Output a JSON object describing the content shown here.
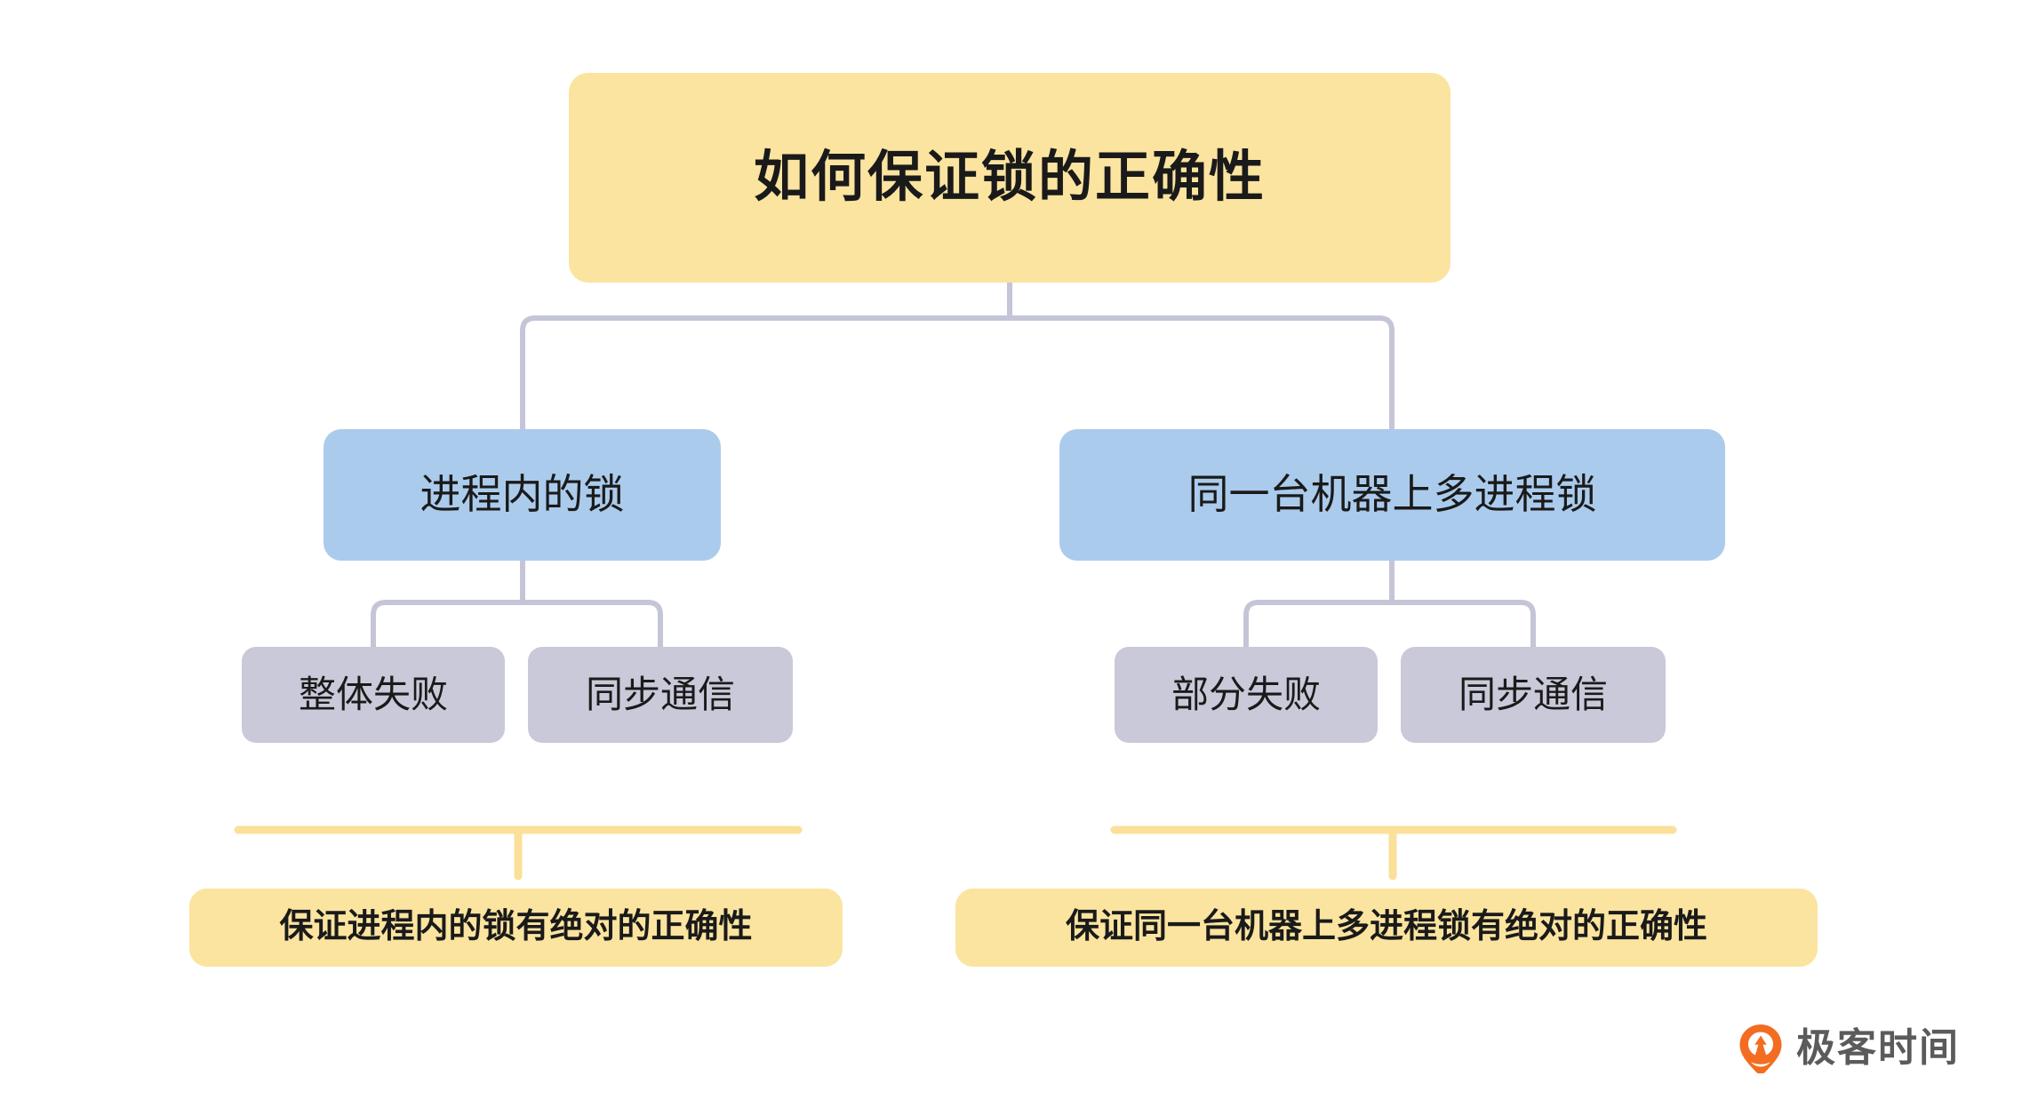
{
  "diagram": {
    "title": "如何保证锁的正确性",
    "branches": [
      {
        "label": "进程内的锁",
        "children": [
          "整体失败",
          "同步通信"
        ],
        "footer": "保证进程内的锁有绝对的正确性"
      },
      {
        "label": "同一台机器上多进程锁",
        "children": [
          "部分失败",
          "同步通信"
        ],
        "footer": "保证同一台机器上多进程锁有绝对的正确性"
      }
    ]
  },
  "colors": {
    "background": "#ffffff",
    "root_box": "#fbe49f",
    "level1_box": "#abcbec",
    "level2_box": "#c9c9da",
    "footer_box": "#fbe49f",
    "connector": "#c5c5d8",
    "footer_connector": "#fbe09a",
    "text": "#1a1a1a",
    "brand_orange": "#f26d21",
    "brand_text": "#5b5b5b"
  },
  "brand": {
    "name": "极客时间",
    "logo_icon": "geektime-pin-logo-icon"
  }
}
